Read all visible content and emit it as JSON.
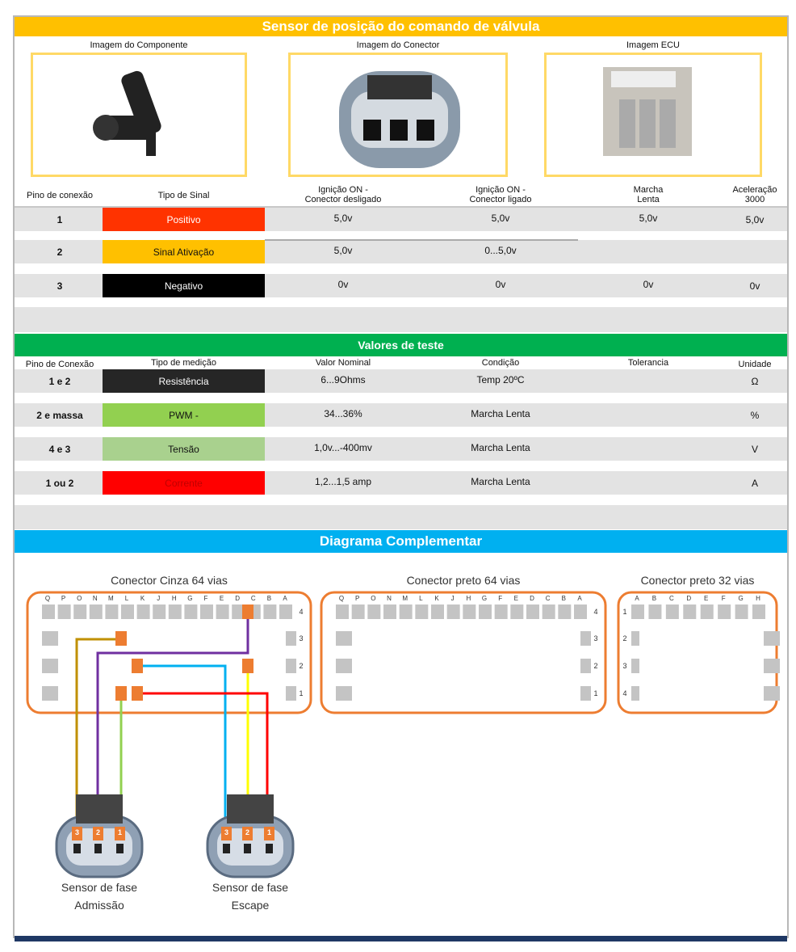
{
  "title": "Sensor de posição do comando de válvula",
  "images": {
    "component": "Imagem do Componente",
    "connector": "Imagem do Conector",
    "ecu": "Imagem ECU"
  },
  "table1": {
    "headers": [
      "Pino de conexão",
      "Tipo de Sinal",
      "Ignição ON -\nConector desligado",
      "Ignição ON -\nConector ligado",
      "Marcha\nLenta",
      "Aceleração\n3000"
    ],
    "rows": [
      {
        "pin": "1",
        "signal": "Positivo",
        "color": "#FF3300",
        "text_color": "#ffffff",
        "v1": "5,0v",
        "v2": "5,0v",
        "v3": "5,0v",
        "v4": "5,0v"
      },
      {
        "pin": "2",
        "signal": "Sinal Ativação",
        "color": "#FFC000",
        "text_color": "#111111",
        "v1": "5,0v",
        "v2": "0...5,0v",
        "v3": "",
        "v4": ""
      },
      {
        "pin": "3",
        "signal": "Negativo",
        "color": "#000000",
        "text_color": "#ffffff",
        "v1": "0v",
        "v2": "0v",
        "v3": "0v",
        "v4": "0v"
      }
    ]
  },
  "section2": "Valores de teste",
  "table2": {
    "headers": [
      "Pino de Conexão",
      "Tipo de medição",
      "Valor Nominal",
      "Condição",
      "Tolerancia",
      "Unidade"
    ],
    "rows": [
      {
        "pin": "1 e 2",
        "type": "Resistência",
        "color": "#262626",
        "text_color": "#ffffff",
        "nominal": "6...9Ohms",
        "condition": "Temp 20ºC",
        "tolerance": "",
        "unit": "Ω"
      },
      {
        "pin": "2 e massa",
        "type": "PWM -",
        "color": "#92D050",
        "text_color": "#111111",
        "nominal": "34...36%",
        "condition": "Marcha Lenta",
        "tolerance": "",
        "unit": "%"
      },
      {
        "pin": "4 e 3",
        "type": "Tensão",
        "color": "#A9D18E",
        "text_color": "#111111",
        "nominal": "1,0v...-400mv",
        "condition": "Marcha Lenta",
        "tolerance": "",
        "unit": "V"
      },
      {
        "pin": "1 ou 2",
        "type": "Corrente",
        "color": "#FF0000",
        "text_color": "#c00000",
        "nominal": "1,2...1,5 amp",
        "condition": "Marcha Lenta",
        "tolerance": "",
        "unit": "A"
      }
    ]
  },
  "section3": "Diagrama Complementar",
  "diagram": {
    "connectors": [
      {
        "title": "Conector Cinza 64 vias",
        "cols": [
          "Q",
          "P",
          "O",
          "N",
          "M",
          "L",
          "K",
          "J",
          "H",
          "G",
          "F",
          "E",
          "D",
          "C",
          "B",
          "A"
        ],
        "rows": [
          "4",
          "3",
          "2",
          "1"
        ]
      },
      {
        "title": "Conector preto 64 vias",
        "cols": [
          "Q",
          "P",
          "O",
          "N",
          "M",
          "L",
          "K",
          "J",
          "H",
          "G",
          "F",
          "E",
          "D",
          "C",
          "B",
          "A"
        ],
        "rows": [
          "4",
          "3",
          "2",
          "1"
        ]
      },
      {
        "title": "Conector preto 32 vias",
        "cols": [
          "A",
          "B",
          "C",
          "D",
          "E",
          "F",
          "G",
          "H"
        ],
        "rows": [
          "1",
          "2",
          "3",
          "4"
        ]
      }
    ],
    "sensors": [
      {
        "line1": "Sensor de fase",
        "line2": "Admissão",
        "pins": [
          "3",
          "2",
          "1"
        ]
      },
      {
        "line1": "Sensor de fase",
        "line2": "Escape",
        "pins": [
          "3",
          "2",
          "1"
        ]
      }
    ],
    "wire_colors": {
      "gold": "#C09000",
      "purple": "#7030A0",
      "green": "#92D050",
      "blue": "#00B0F0",
      "yellow": "#FFFF00",
      "red": "#FF0000"
    }
  },
  "colors": {
    "title_bar": "#FFC000",
    "green_bar": "#00B050",
    "blue_bar": "#00B0F0",
    "pin_orange": "#ED7D31",
    "footer": "#1F3864"
  }
}
